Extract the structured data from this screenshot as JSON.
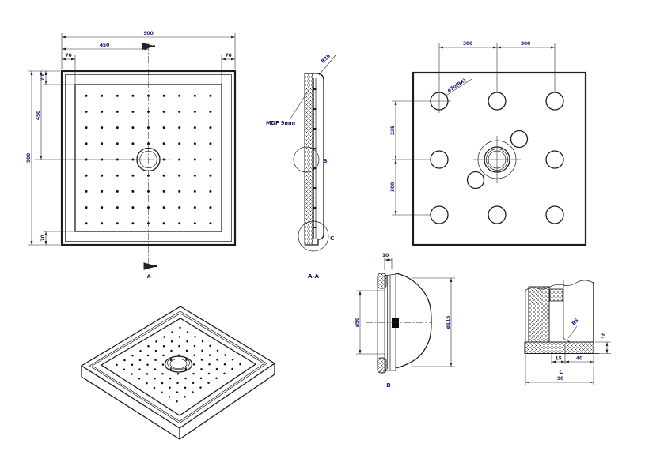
{
  "drawing": {
    "plan_view": {
      "dim_width_overall": "900",
      "dim_width_half": "450",
      "dim_edge_left": "70",
      "dim_edge_right": "70",
      "dim_height_overall": "900",
      "dim_height_half": "450",
      "dim_edge_top": "70",
      "dim_edge_bottom": "70",
      "section_marker_top": "A",
      "section_marker_bottom": "A"
    },
    "section_view": {
      "label": "A-A",
      "corner_radius_callout": "R35",
      "material_callout": "MDF 9mm",
      "detail_b_marker": "B",
      "detail_c_marker": "C"
    },
    "bottom_view": {
      "dim_spacing_left": "300",
      "dim_spacing_right": "300",
      "dim_row_top": "235",
      "dim_row_bottom": "300",
      "hole_callout": "ø70(9X)"
    },
    "detail_b": {
      "label": "B",
      "dim_top": "10",
      "dim_inner_diameter": "ø90",
      "dim_outer_diameter": "ø115"
    },
    "detail_c": {
      "label": "C",
      "fillet_callout": "R5",
      "dim_thickness": "10",
      "dim_inner": "15",
      "dim_mid": "40",
      "dim_overall": "90"
    },
    "colors": {
      "line": "#1c1c1c",
      "dim_text": "#1d1d7c",
      "background": "#ffffff"
    }
  }
}
